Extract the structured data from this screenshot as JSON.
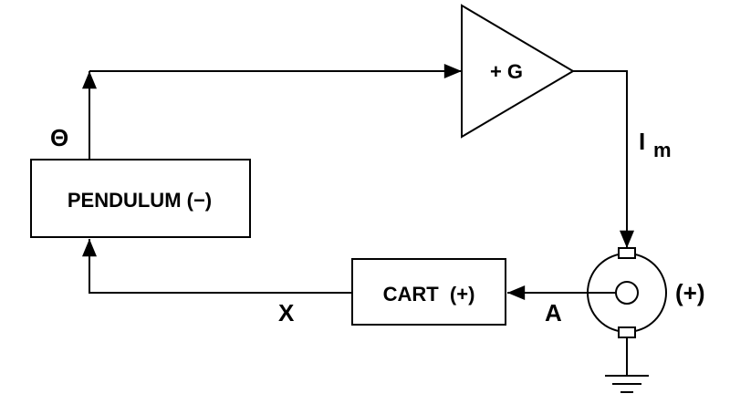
{
  "blocks": {
    "amplifier": {
      "label": "+ G"
    },
    "pendulum": {
      "label": "PENDULUM (−)"
    },
    "cart": {
      "label": "CART  (+)"
    },
    "motor": {
      "label": "(+)"
    }
  },
  "signals": {
    "theta": "Θ",
    "current": "I",
    "current_subscript": "m",
    "acceleration": "A",
    "position": "X"
  },
  "icons": [
    "arrow-head-icon",
    "ground-icon",
    "motor-icon"
  ],
  "colors": {
    "stroke": "#000000",
    "background": "#ffffff"
  }
}
